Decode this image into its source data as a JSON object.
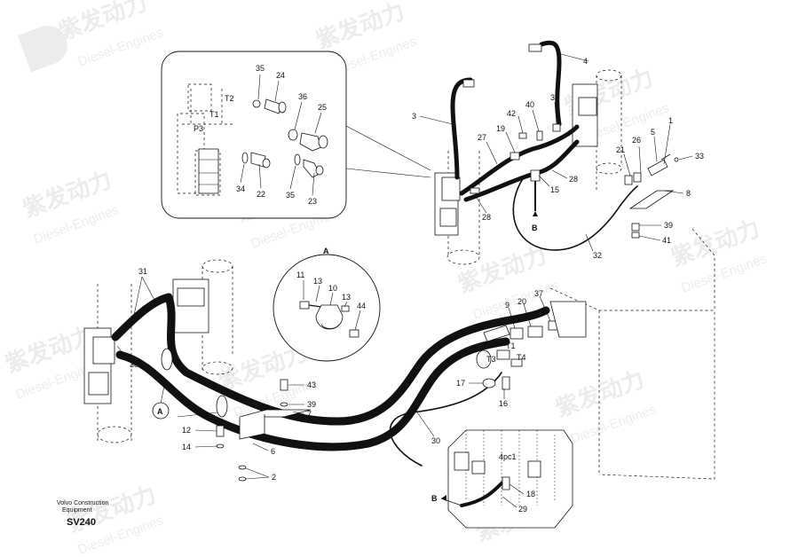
{
  "watermark": {
    "name": "紫发动力",
    "subtitle": "Diesel-Engines"
  },
  "footer": {
    "brand_line1": "Volvo Construction",
    "brand_line2": "Equipment",
    "code": "SV240"
  },
  "views": {
    "detail_A": "A",
    "B": "B"
  },
  "ports": {
    "t1": "T1",
    "t2": "T2",
    "p3": "P3",
    "t3": "T3",
    "t4": "T4",
    "spool": "4pc1"
  },
  "callouts": {
    "c1": "1",
    "c2": "2",
    "c3": "3",
    "c4": "4",
    "c5": "5",
    "c6": "6",
    "c7": "7",
    "c8": "8",
    "c9": "9",
    "c10": "10",
    "c11": "11",
    "c12": "12",
    "c13a": "13",
    "c13b": "13",
    "c14": "14",
    "c15": "15",
    "c16": "16",
    "c17": "17",
    "c18": "18",
    "c19": "19",
    "c20": "20",
    "c21": "21",
    "c22": "22",
    "c23": "23",
    "c24": "24",
    "c25": "25",
    "c26": "26",
    "c27": "27",
    "c28a": "28",
    "c28b": "28",
    "c29": "29",
    "c30a": "30",
    "c30b": "30",
    "c31": "31",
    "c32": "32",
    "c33": "33",
    "c34": "34",
    "c35a": "35",
    "c35b": "35",
    "c36": "36",
    "c37": "37",
    "c38": "38",
    "c39a": "39",
    "c39b": "39",
    "c40": "40",
    "c41": "41",
    "c42": "42",
    "c43": "43",
    "c44": "44"
  }
}
